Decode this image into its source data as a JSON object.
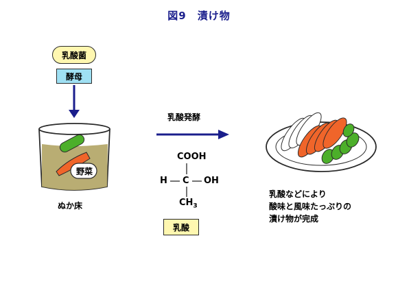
{
  "title": "図9　漬け物",
  "microbes": {
    "lactic_bacteria": "乳酸菌",
    "yeast": "酵母"
  },
  "bed": {
    "vegetable_label": "野菜",
    "caption": "ぬか床"
  },
  "process": {
    "label": "乳酸発酵"
  },
  "formula": {
    "cooh": "COOH",
    "h": "H",
    "c": "C",
    "oh": "OH",
    "ch3": "CH",
    "ch3_sub": "3",
    "name": "乳酸"
  },
  "result": {
    "lines": [
      "乳酸などにより",
      "酸味と風味たっぷりの",
      "漬け物が完成"
    ]
  },
  "colors": {
    "title": "#1a1e8c",
    "arrow": "#1a1e8c",
    "pill_fill": "#fff7b0",
    "yeast_fill": "#9fe0f3",
    "carrot": "#f0652a",
    "cucumber": "#4caf2a",
    "bran": "#b5a96c"
  }
}
